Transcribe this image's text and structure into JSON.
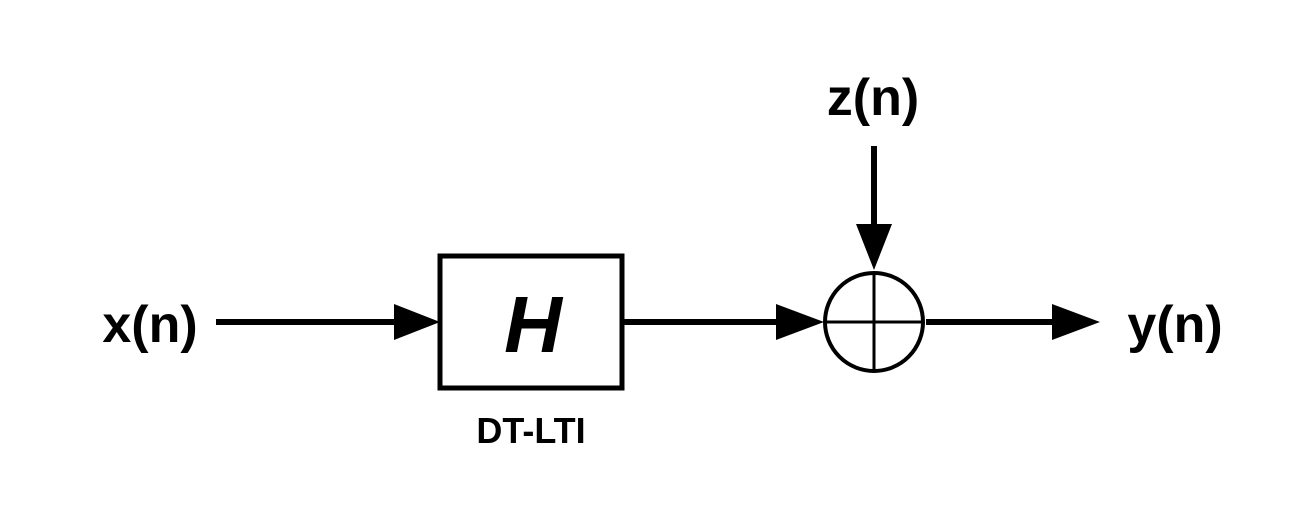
{
  "colors": {
    "stroke": "#000000",
    "background": "#ffffff"
  },
  "signals": {
    "input": "x(n)",
    "noise": "z(n)",
    "output": "y(n)"
  },
  "block": {
    "symbol": "H",
    "caption": "DT-LTI"
  },
  "summing_junction": {
    "icon": "plus-in-circle-icon"
  }
}
